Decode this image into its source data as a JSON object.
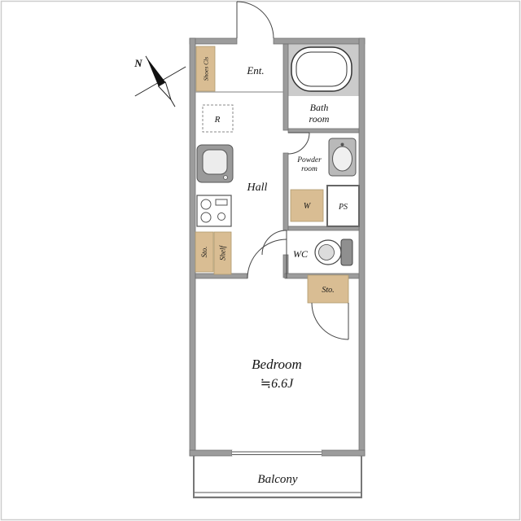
{
  "compass": {
    "label": "N"
  },
  "rooms": {
    "entrance": "Ent.",
    "bath_line1": "Bath",
    "bath_line2": "room",
    "hall": "Hall",
    "powder_line1": "Powder",
    "powder_line2": "room",
    "wc": "WC",
    "bedroom": "Bedroom",
    "bedroom_size": "≒6.6J",
    "balcony": "Balcony"
  },
  "fixtures": {
    "shoes_closet": "Shoes Cls",
    "refrigerator": "R",
    "washer": "W",
    "pipe_space": "PS",
    "storage_left": "Sto.",
    "shelf": "Shelf",
    "storage_right": "Sto."
  },
  "colors": {
    "tan": "#d9bd93",
    "wall": "#9c9c9c",
    "bath_floor": "#cbcbcb",
    "frame": "#cccccc"
  },
  "icons": {
    "compass": "compass-rose",
    "bathtub": "bathtub",
    "washbasin": "washbasin",
    "toilet": "toilet",
    "kitchen_sink": "kitchen-sink",
    "stove": "stove"
  }
}
